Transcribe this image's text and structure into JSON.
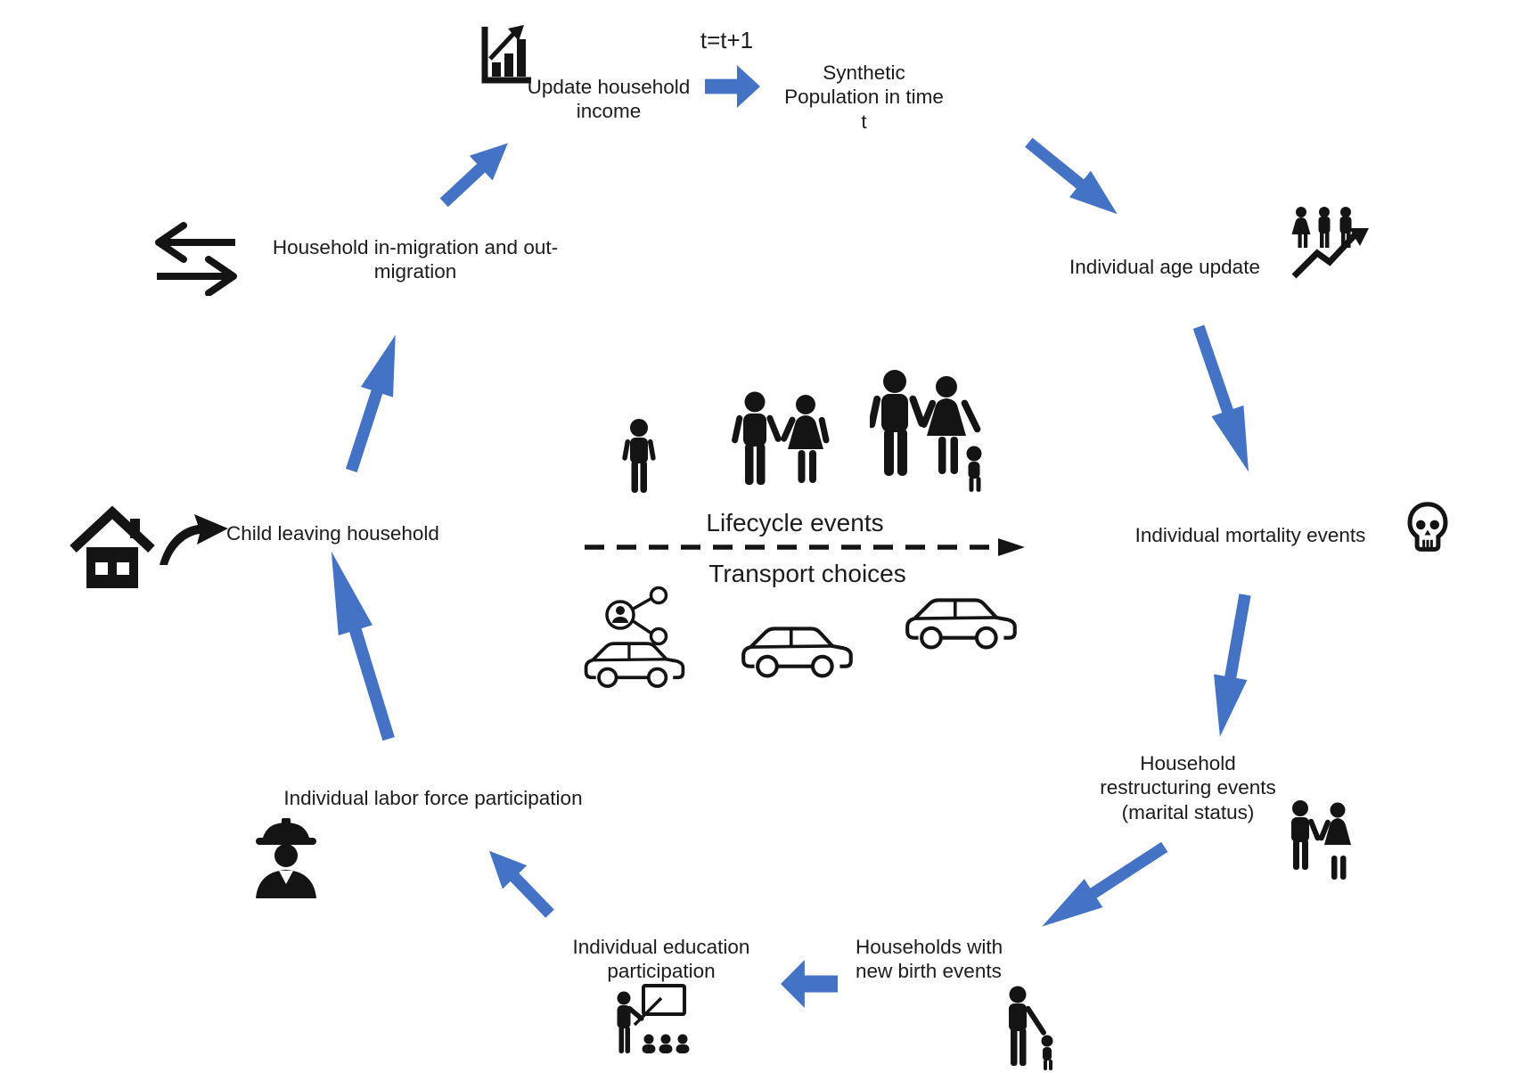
{
  "colors": {
    "arrow_blue": "#4472C4",
    "icon_black": "#141414",
    "text": "#1c1c1c"
  },
  "cycle": {
    "update_income": "Update household\nincome",
    "time_step": "t=t+1",
    "synthetic_population": "Synthetic\nPopulation in time\nt",
    "age_update": "Individual age update",
    "mortality": "Individual mortality events",
    "restructuring": "Household\nrestructuring events\n(marital status)",
    "new_birth": "Households with\nnew birth events",
    "education": "Individual education\nparticipation",
    "labor": "Individual labor force participation",
    "child_leaving": "Child leaving household",
    "migration": "Household in-migration and out-\nmigration"
  },
  "center": {
    "lifecycle": "Lifecycle events",
    "transport": "Transport choices"
  },
  "icons": {
    "update_income": "bar-chart-growth-icon",
    "time_step": "blue-block-arrow-right",
    "age_update": "people-growth-icon",
    "mortality": "skull-icon",
    "restructuring": "couple-icon",
    "new_birth": "parent-child-icon",
    "education": "teacher-whiteboard-icon",
    "labor": "construction-worker-icon",
    "child_leaving": "house-icon, curved-arrow-icon",
    "migration": "two-way-arrows-icon",
    "center_figures": [
      "child-figure-icon",
      "couple-figure-icon",
      "family-figure-icon"
    ],
    "center_divider": "dashed-arrow-right",
    "transport_modes": [
      "carshare-car-icon",
      "car-icon",
      "car-icon"
    ],
    "cycle_connectors": "blue-block-arrows"
  }
}
